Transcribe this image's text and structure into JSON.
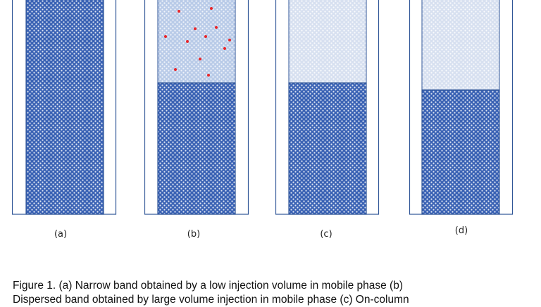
{
  "colors": {
    "column_outline": "#2f5597",
    "packed_fill": "#3a62b4",
    "packed_dot": "#ffffff",
    "upper_fill_b": "#b9cbe8",
    "upper_fill_cd": "#d7e0f0",
    "analyte_dot": "#e8262a"
  },
  "panels": [
    {
      "label": "(a)"
    },
    {
      "label": "(b)"
    },
    {
      "label": "(c)"
    },
    {
      "label": "(d)"
    }
  ],
  "caption": {
    "line1": "Figure 1. (a) Narrow band obtained by a low injection volume in mobile phase (b)",
    "line2": "Dispersed band obtained by large volume injection in mobile phase (c) On-column"
  }
}
